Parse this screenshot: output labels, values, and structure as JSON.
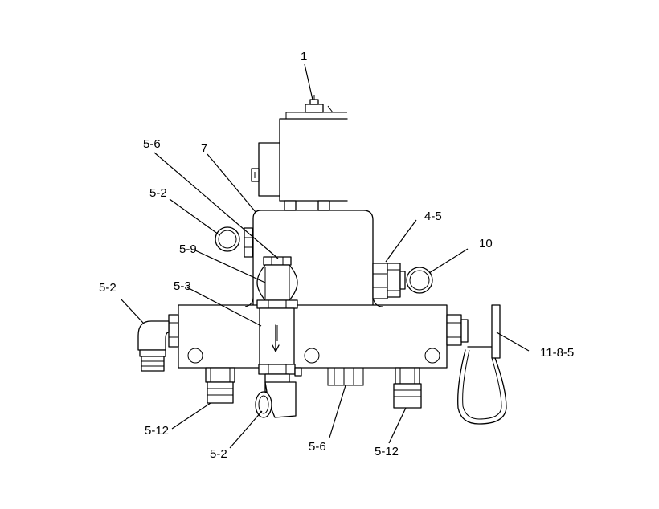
{
  "callouts": {
    "c1": "1",
    "c7": "7",
    "c5_6_top": "5-6",
    "c5_2_upper": "5-2",
    "c5_9": "5-9",
    "c5_3": "5-3",
    "c5_2_left": "5-2",
    "c4_5": "4-5",
    "c10": "10",
    "c11_8_5": "11-8-5",
    "c5_12_left": "5-12",
    "c5_2_bottom": "5-2",
    "c5_6_bottom": "5-6",
    "c5_12_right": "5-12"
  },
  "colors": {
    "line": "#000000",
    "background": "#ffffff"
  }
}
